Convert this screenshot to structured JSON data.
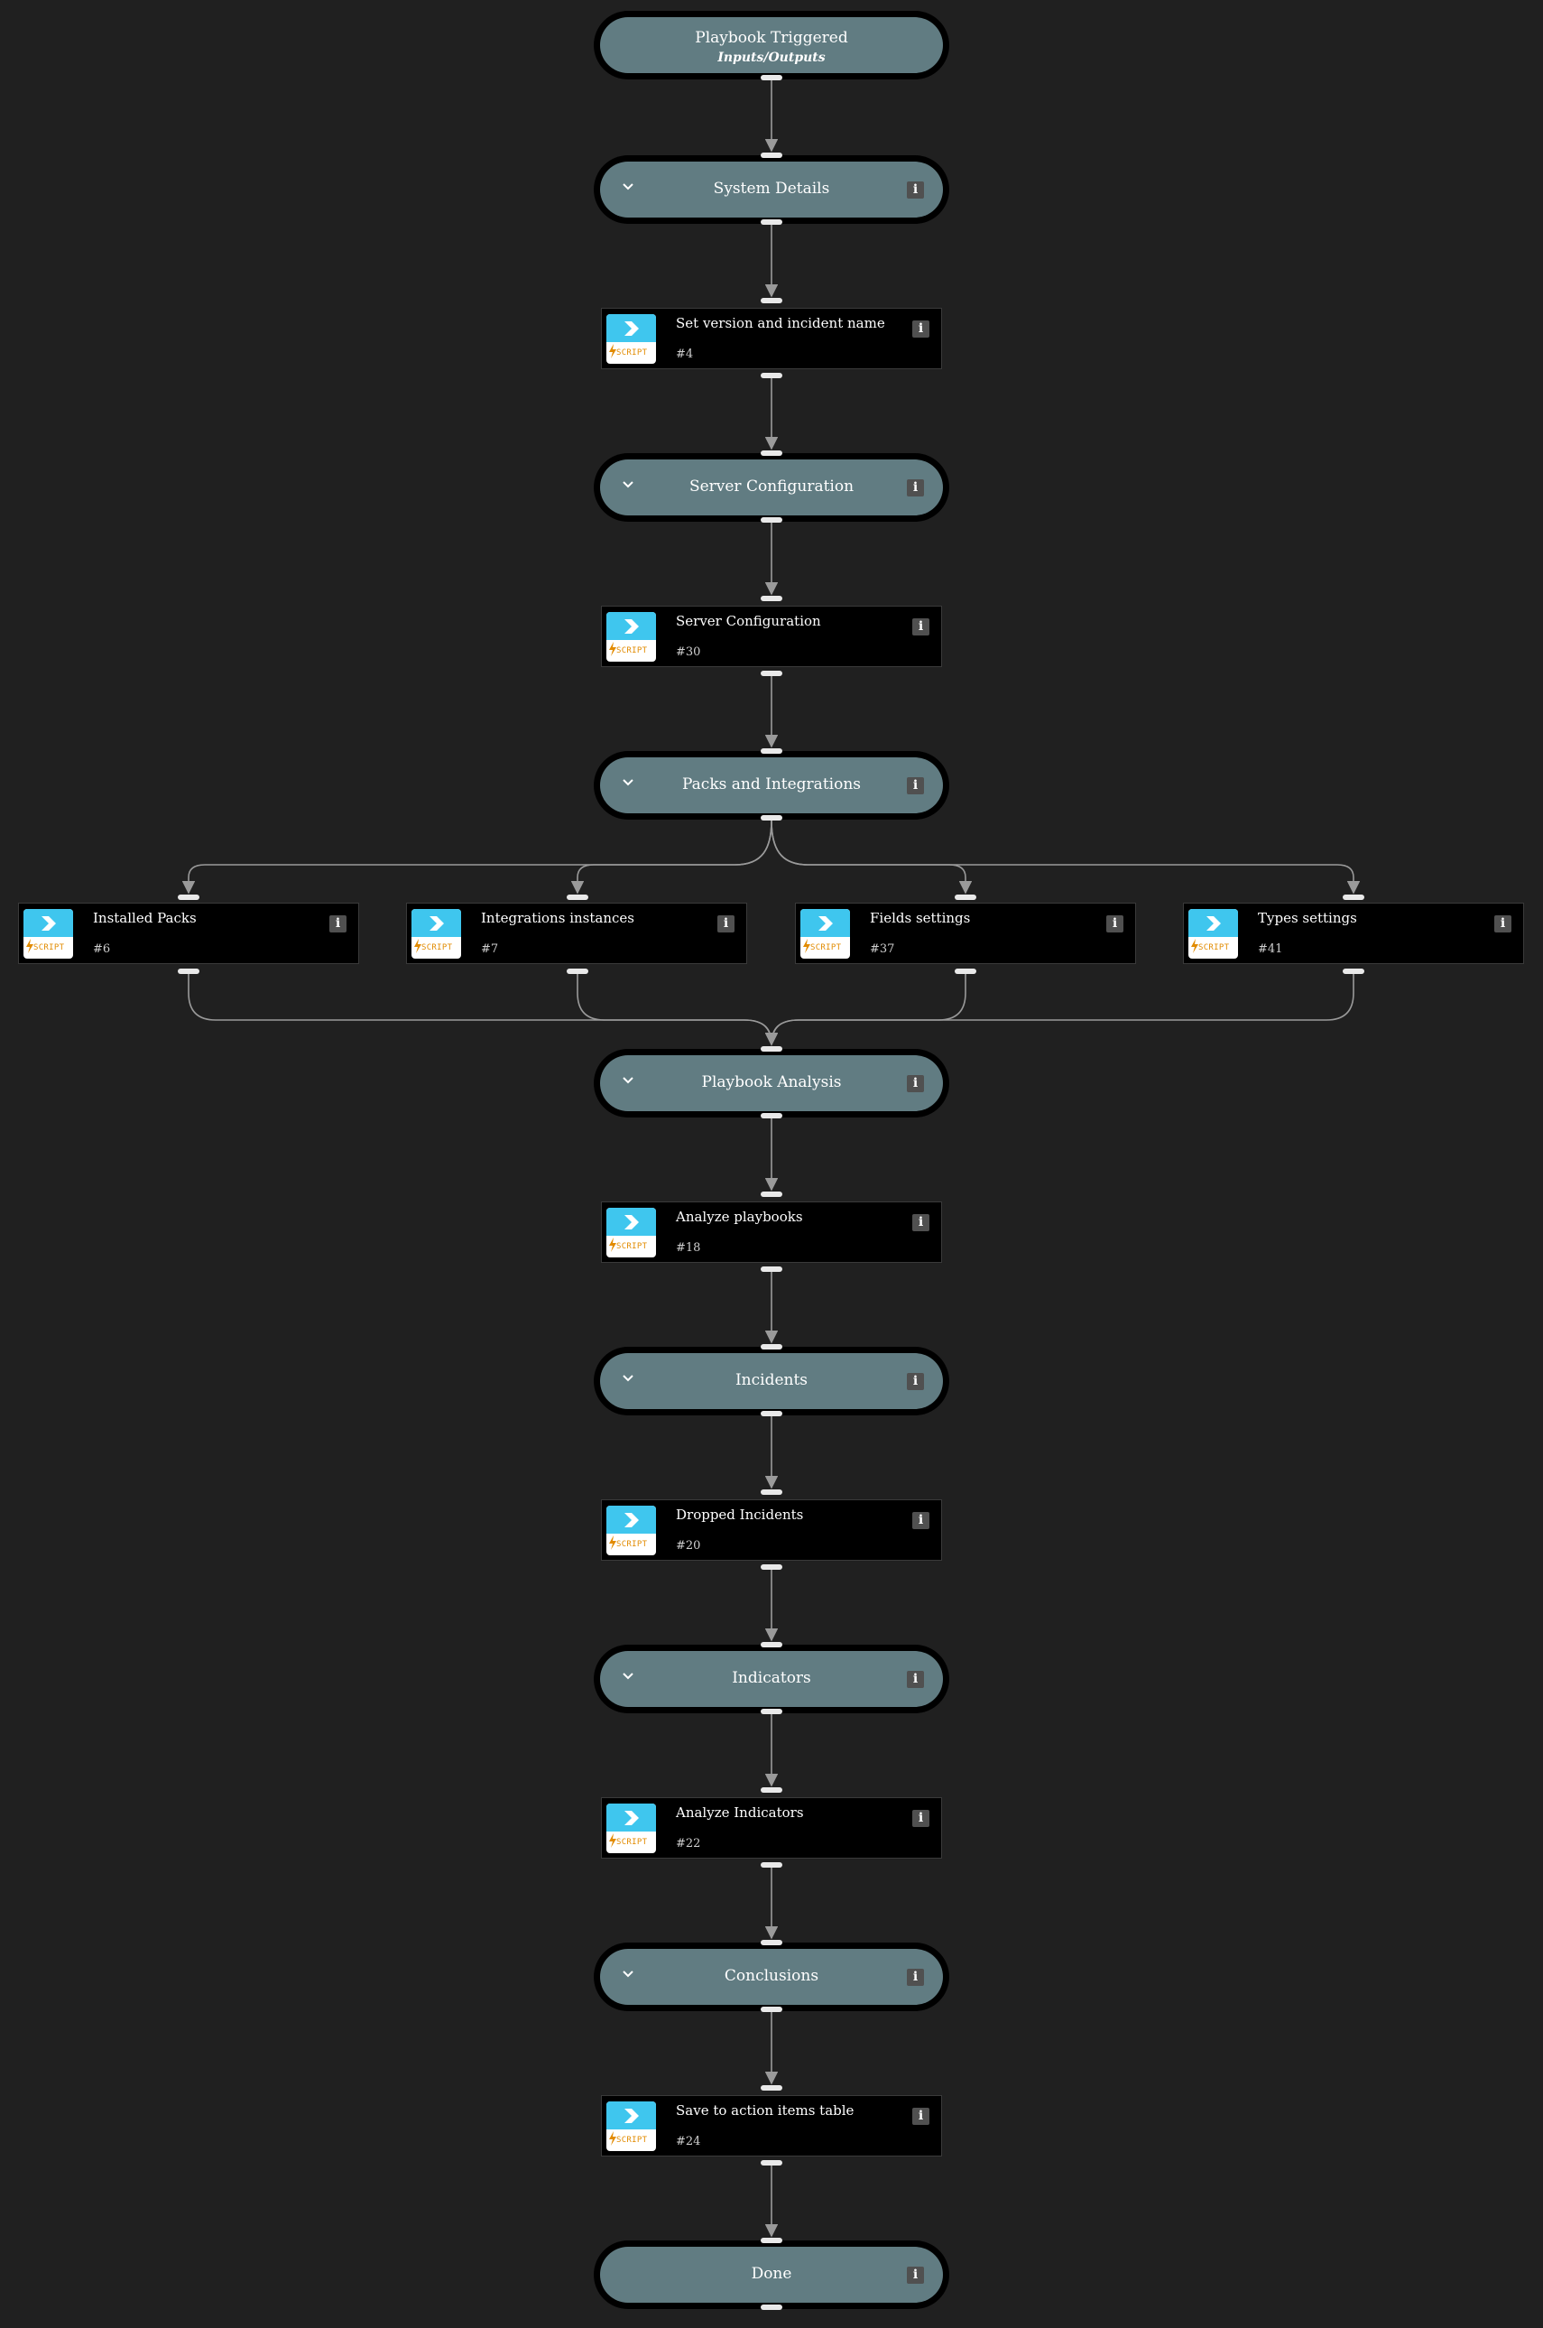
{
  "trigger": {
    "title": "Playbook Triggered",
    "subtitle": "Inputs/Outputs"
  },
  "sections": {
    "system_details": "System Details",
    "server_configuration": "Server Configuration",
    "packs_and_integrations": "Packs and Integrations",
    "playbook_analysis": "Playbook Analysis",
    "incidents": "Incidents",
    "indicators": "Indicators",
    "conclusions": "Conclusions",
    "done": "Done"
  },
  "tasks": {
    "set_version": {
      "name": "Set version and incident name",
      "id": "#4"
    },
    "server_configuration": {
      "name": "Server Configuration",
      "id": "#30"
    },
    "installed_packs": {
      "name": "Installed Packs",
      "id": "#6"
    },
    "integrations_instances": {
      "name": "Integrations instances",
      "id": "#7"
    },
    "fields_settings": {
      "name": "Fields settings",
      "id": "#37"
    },
    "types_settings": {
      "name": "Types settings",
      "id": "#41"
    },
    "analyze_playbooks": {
      "name": "Analyze playbooks",
      "id": "#18"
    },
    "dropped_incidents": {
      "name": "Dropped Incidents",
      "id": "#20"
    },
    "analyze_indicators": {
      "name": "Analyze Indicators",
      "id": "#22"
    },
    "save_action_items": {
      "name": "Save to action items table",
      "id": "#24"
    }
  },
  "labels": {
    "script_badge": "SCRIPT",
    "info_glyph": "i"
  },
  "colors": {
    "canvas": "#202020",
    "section_fill": "#617c82",
    "task_fill": "#000000",
    "script_icon": "#3fc6ee",
    "script_label": "#e28b00",
    "edge": "#9a9a9a"
  }
}
